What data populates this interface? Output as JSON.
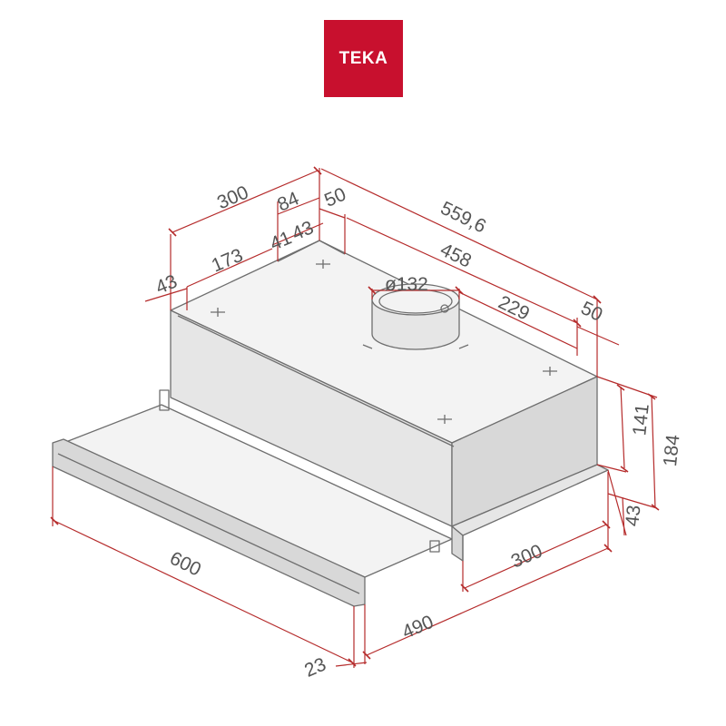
{
  "brand": {
    "name": "TEKA",
    "color": "#c8102e"
  },
  "colors": {
    "dimension": "#b52b2b",
    "dimension_text": "#555555",
    "outline": "#6e6e6e",
    "fill_top": "#f3f3f3",
    "fill_front": "#e6e6e6",
    "fill_side": "#d8d8d8"
  },
  "dimensions": {
    "top_depth_total": "300",
    "top_84": "84",
    "top_50_left": "50",
    "top_width": "559,6",
    "top_41": "41",
    "top_43_small": "43",
    "top_173": "173",
    "top_458": "458",
    "top_43_left": "43",
    "duct_diameter": "ø132",
    "duct_offset": "229",
    "right_50": "50",
    "height_141": "141",
    "height_184": "184",
    "height_43": "43",
    "bottom_300": "300",
    "bottom_490": "490",
    "front_width": "600",
    "front_23": "23"
  }
}
